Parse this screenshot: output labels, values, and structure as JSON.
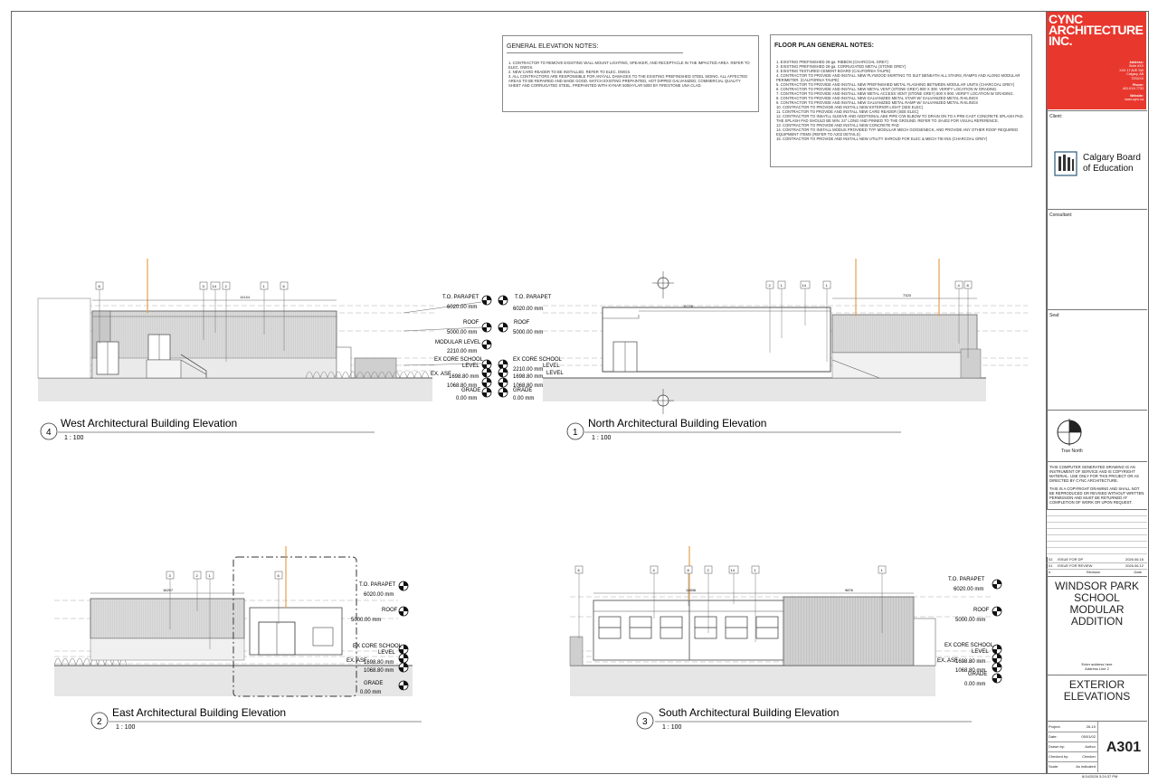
{
  "firm": {
    "name_lines": [
      "CYNC",
      "ARCHITECTURE",
      "INC."
    ],
    "address_label": "Address:",
    "address_lines": [
      "Suite #XX",
      "XXX 17 AVE SW",
      "Calgary, AB",
      "T2SXXX"
    ],
    "phone_label": "Phone:",
    "phone": "403.XXX.7733",
    "website_label": "Website:",
    "website": "www.cync.ca",
    "brand_color": "#e8382e"
  },
  "titleblock": {
    "client_label": "Client:",
    "client_logo_lines": [
      "Calgary Board",
      "of Education"
    ],
    "consultant_label": "Consultant:",
    "seal_label": "Seal:",
    "north_label": "True North",
    "copyright_1": "THIS COMPUTER GENERATED DRAWING IS AN INSTRUMENT OF SERVICE AND IS COPYRIGHT MATERIAL. USE ONLY FOR THIS PROJECT OR AS DIRECTED BY CYNC ARCHITECTURE.",
    "copyright_2": "THIS IS A COPYRIGHT DRAWING AND SHALL NOT BE REPRODUCED OR REVISED WITHOUT WRITTEN PERMISSION AND MUST BE RETURNED AT COMPLETION OF WORK OR UPON REQUEST.",
    "revisions": [
      {
        "no": "02",
        "desc": "ISSUE FOR DP",
        "date": "2026.06.16"
      },
      {
        "no": "01",
        "desc": "ISSUE FOR REVIEW",
        "date": "2026.06.12"
      }
    ],
    "rev_headers": {
      "no": "#",
      "desc": "Revision",
      "date": "Date"
    },
    "project_lines": [
      "WINDSOR PARK",
      "SCHOOL",
      "MODULAR",
      "ADDITION"
    ],
    "address_here": "Enter address here",
    "address_line2": "Address Line 2",
    "sheet_title_lines": [
      "EXTERIOR",
      "ELEVATIONS"
    ],
    "fields": [
      {
        "label": "Project:",
        "value": "26-10"
      },
      {
        "label": "Date:",
        "value": "05/01/02"
      },
      {
        "label": "Drawn by:",
        "value": "Author"
      },
      {
        "label": "Checked by:",
        "value": "Checker"
      },
      {
        "label": "Scale:",
        "value": "As indicated"
      }
    ],
    "sheet_number": "A301",
    "timestamp": "6/14/2026 3:24:37 PM"
  },
  "general_notes": {
    "title": "GENERAL ELEVATION NOTES:",
    "items": [
      "1.   CONTRACTOR TO REMOVE EXISITING WALL MOUNT LIGHTING, SPEAKER, AND RECEPTACLE IN THE IMPACTED AREA. REFER TO ELEC. DWGS.",
      "2.   NEW CARD READER TO BE INSTALLED. REFER TO ELEC. DWGS.",
      "3.   ALL CONTRACTORS ARE RESPONSIBLE FOR ANY/ALL DAMAGES TO THE EXISTING PREFINISHED STEEL SIDING. ALL AFFECTED AREAS TO BE REPAIRED AND MADE GOOD. MATCH EXISTING PREPAINTED, HOT DIPPED GALVANIZED, COMMERCIAL QUALITY SHEET AND CORRUGATED STEEL. PREPAINTED WITH KYNAR 500/HYLAR 5000 BY FIRESTONE UNA CLAD."
    ]
  },
  "floor_notes": {
    "title": "FLOOR PLAN GENERAL NOTES:",
    "items": [
      "1.   EXISTING PREFINISHED 26-ga. RIBBON (CHARCOAL GREY)",
      "2.   EXISTING PREFINISHED 26-ga. CORRUGATED METAL (STONE GREY)",
      "3.   EXISTING TEXTURED CEMENT BOARD (CALIFORNIA TAUPE)",
      "4.   CONTRACTOR TO PROVIDE AND INSTALL NEW PLYWOOD SKIRTING TO SUIT BENEATH ALL STAIRS, RAMPS AND ALONG MODULAR PERIMETER. (CALIFORNIA TAUPE)",
      "5.   CONTRACTOR TO PROVIDE AND INSTALL NEW PREFINISHED METAL FLASHING BETWEEN MODULAR UNITS (CHARCOAL GREY)",
      "6.   CONTRACTOR TO PROVIDE AND INSTALL NEW METAL VENT (STONE GREY) 900 X 300. VERIFY LOCATION W GRADING.",
      "7.   CONTRACTOR TO PROVIDE AND INSTALL NEW METAL ACCESS VENT (STONE GREY) 500 X 900. VERIFY LOCATION W GRADING.",
      "8.   CONTRACTOR TO PROVIDE AND INSTALL NEW GALVANIZED METAL STAIR W/ GALVANIZED METAL RAILINGS",
      "9.   CONTRACTOR TO PROVIDE AND INSTALL NEW GALVANIZED METAL RAMP W/ GALVANIZED METAL RAILINGS",
      "10.  CONTRACTOR TO PROVIDE AND INSTALL NEW EXTERIOR LIGHT (SEE ELEC)",
      "11.  CONTRACTOR TO PROVIDE AND INSTALL NEW CARD READER (SEE ELEC)",
      "12.  CONTRACTOR TO INSATLL SLEEVE AND ADDITIONAL ABS PIPE C/W ELBOW TO DRAIN ON TO A PRE-CAST CONCRETE SPLASH PAD. THE SPLASH PAD SHOULD BE MIN. 24\" LONG AND PINNED TO THE GROUND. REFER TO 4/A402 FOR VISUAL REFERENCE.",
      "13.  CONTRACTOR TO PROVIDE AND INSTALL NEW CONCRETE PAD",
      "14.  CONTRACTOR TO INSTALL MODUS PROVIDED TYP. MODULAR MECH GOOSENECK, AND PROVIDE ANY OTHER ROOF REQUIRED EQUIPMENT ITEMS (REFER TO A202 DETAILS)",
      "15.  CONTRACTOR TO PROVIDE AND INSTALL NEW UTILITY SHROUD FOR ELEC & MECH TIE-INS (CHARCOAL GREY)"
    ]
  },
  "levels": {
    "parapet": "T.O. PARAPET",
    "parapet_val": "6020.00 mm",
    "roof": "ROOF",
    "roof_val": "5000.00 mm",
    "modular": "MODULAR LEVEL",
    "modular_val": "2210.00 mm",
    "excore": "EX CORE SCHOOL",
    "excore_sub": "LEVEL",
    "excore_val": "2210.00 mm",
    "exasf": "EX. ASF",
    "exasf_val": "1698.80 mm",
    "val_1068": "1068.80 mm",
    "grade": "GRADE",
    "grade_val": "0.00 mm"
  },
  "views": [
    {
      "num": "4",
      "title": "West Architectural Building Elevation",
      "scale": "1 : 100"
    },
    {
      "num": "1",
      "title": "North Architectural Building Elevation",
      "scale": "1 : 100"
    },
    {
      "num": "2",
      "title": "East Architectural Building Elevation",
      "scale": "1 : 100"
    },
    {
      "num": "3",
      "title": "South Architectural Building Elevation",
      "scale": "1 : 100"
    }
  ],
  "tags": {
    "west": [
      "8",
      "3",
      "14",
      "2",
      "1",
      "6"
    ],
    "north": [
      "2",
      "1",
      "14",
      "1",
      "4",
      "8"
    ],
    "east": [
      "3",
      "2",
      "1",
      "6"
    ],
    "south": [
      "6",
      "4",
      "8",
      "2",
      "14",
      "1",
      "1"
    ]
  },
  "dims": {
    "west_top": "16164",
    "north_top": "11776",
    "north_right": "7323",
    "east_top": "16297",
    "south_top": "14836",
    "south_right": "9876"
  },
  "colors": {
    "line": "#555555",
    "ground": "#e6e6e6",
    "cladding": "#d8d8d8",
    "orange": "#e6a050"
  }
}
